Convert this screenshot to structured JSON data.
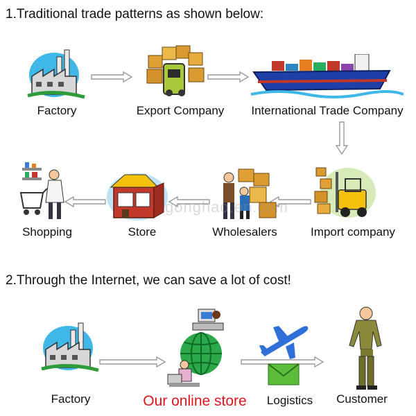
{
  "section1": {
    "heading": "1.Traditional trade patterns as shown below:",
    "nodes": {
      "factory": "Factory",
      "export_company": "Export Company",
      "international_trade_company": "International Trade Company",
      "import_company": "Import company",
      "wholesalers": "Wholesalers",
      "store": "Store",
      "shopping": "Shopping"
    }
  },
  "section2": {
    "heading": "2.Through the Internet, we can save a lot of cost!",
    "nodes": {
      "factory": "Factory",
      "online_store": "Our online store",
      "logistics": "Logistics",
      "customer": "Customer"
    }
  },
  "watermark": "gonghao.en.com",
  "colors": {
    "highlight": "#e0141c",
    "arrow": "#9a9a9a"
  }
}
